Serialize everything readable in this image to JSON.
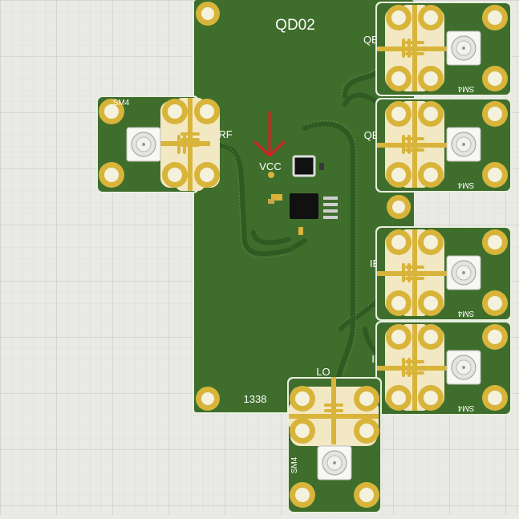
{
  "board": {
    "title": "QD02",
    "part_number": "1338",
    "power_label": "VCC"
  },
  "ports": {
    "rf": "RF",
    "lo": "LO",
    "qbbp": "QBBP",
    "qbbn": "QBBN",
    "ibbn": "IBBN",
    "ibbp": "IBBP"
  },
  "modules": {
    "sm4_rf": "SM4",
    "sm4_qbbp": "SM4",
    "sm4_qbbn": "SM4",
    "sm4_ibbn": "SM4",
    "sm4_ibbp": "SM4",
    "sm4_lo": "SM4"
  },
  "colors": {
    "pcb": "#3f6e2c",
    "pcb_edge": "#e8efe0",
    "gold": "#d8b43a",
    "trace": "#2f5a22",
    "arrow": "#d42020"
  }
}
